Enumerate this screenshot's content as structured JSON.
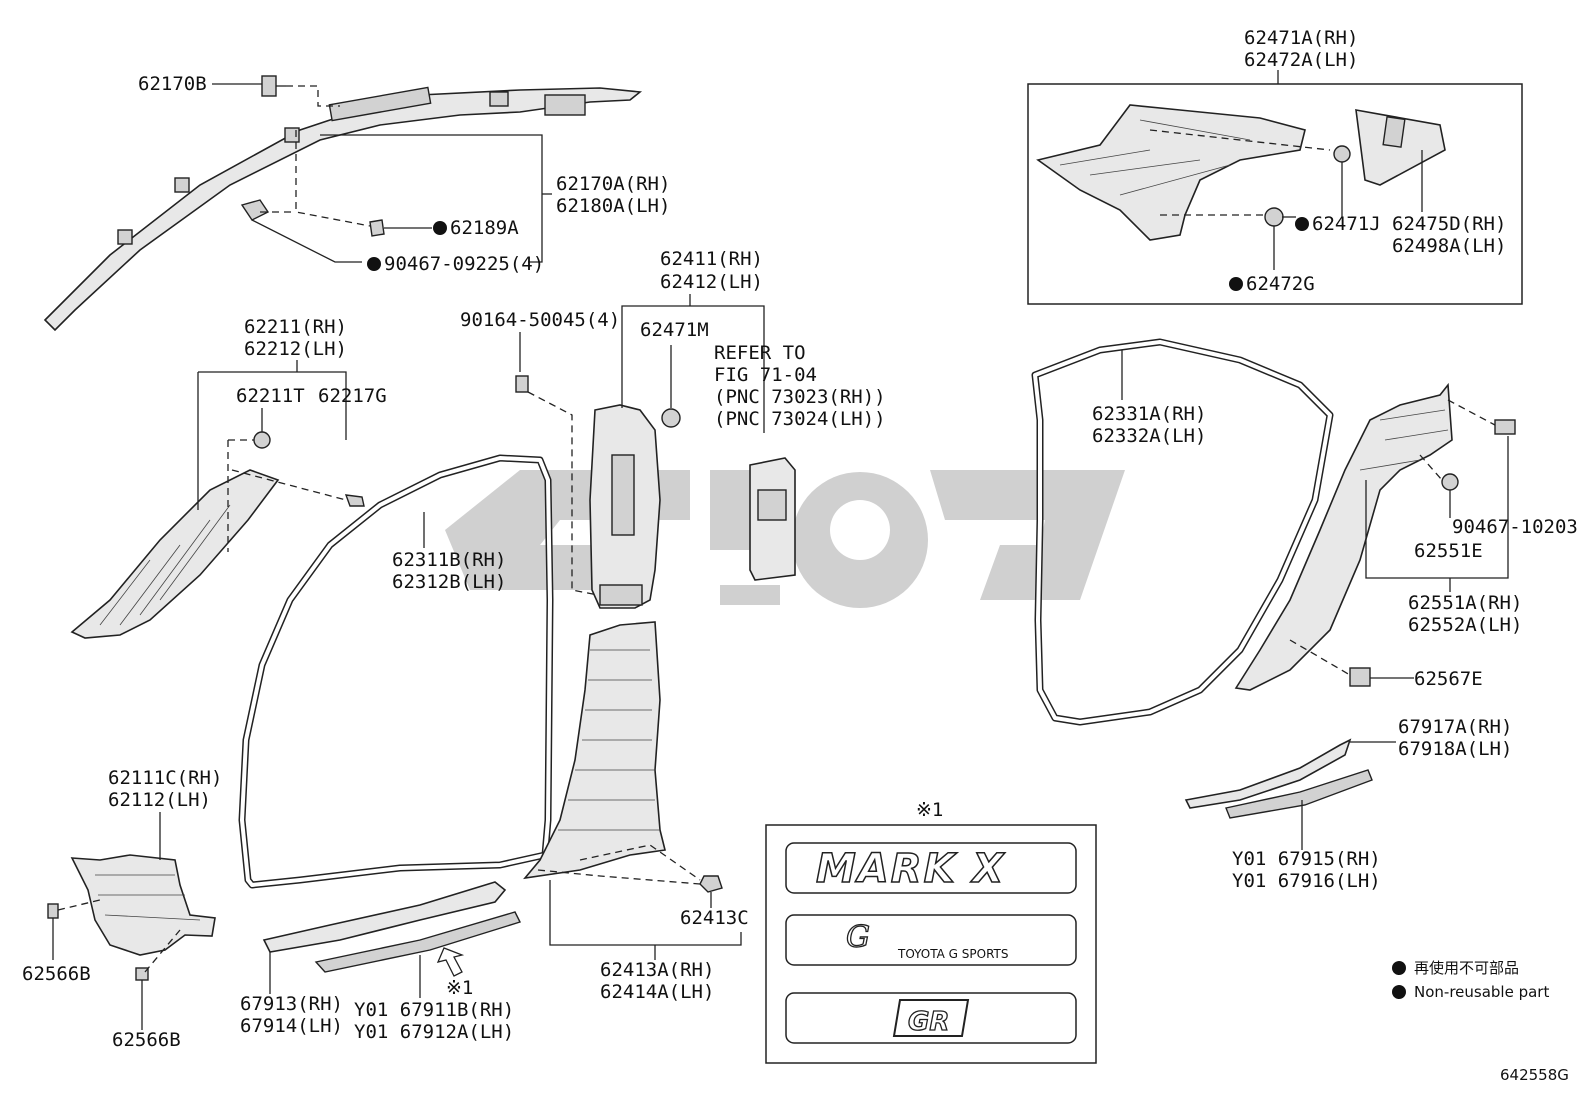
{
  "diagram_id": "642558G",
  "labels": {
    "p62170B": "62170B",
    "p62170A": "62170A(RH)",
    "p62180A": "62180A(LH)",
    "p62189A": "62189A",
    "p90467_09225": "90467-09225(4)",
    "p62211": "62211(RH)",
    "p62212": "62212(LH)",
    "p62211T": "62211T",
    "p62217G": "62217G",
    "p90164": "90164-50045(4)",
    "p62411": "62411(RH)",
    "p62412": "62412(LH)",
    "p62471M": "62471M",
    "refer1": "REFER TO",
    "refer2": "FIG 71-04",
    "refer3": "(PNC 73023(RH))",
    "refer4": "(PNC 73024(LH))",
    "p62311B": "62311B(RH)",
    "p62312B": "62312B(LH)",
    "p62471A": "62471A(RH)",
    "p62472A": "62472A(LH)",
    "p62471J": "62471J",
    "p62475D": "62475D(RH)",
    "p62498A": "62498A(LH)",
    "p62472G": "62472G",
    "p62331A": "62331A(RH)",
    "p62332A": "62332A(LH)",
    "p90467_10203": "90467-10203",
    "p62551E": "62551E",
    "p62551A": "62551A(RH)",
    "p62552A": "62552A(LH)",
    "p62567E": "62567E",
    "p67917A": "67917A(RH)",
    "p67918A": "67918A(LH)",
    "p67915": "Y01 67915(RH)",
    "p67916": "Y01 67916(LH)",
    "p62111C": "62111C(RH)",
    "p62112": "62112(LH)",
    "p62566B_1": "62566B",
    "p62566B_2": "62566B",
    "p67913": "67913(RH)",
    "p67914": "67914(LH)",
    "p67911B": "Y01 67911B(RH)",
    "p67912A": "Y01 67912A(LH)",
    "note_mark_arrow": "※1",
    "note_mark_box": "※1",
    "p62413C": "62413C",
    "p62413A": "62413A(RH)",
    "p62414A": "62414A(LH)"
  },
  "emblems": {
    "markx": "MARK X",
    "gs_text": "TOYOTA G SPORTS",
    "gr": "GR"
  },
  "legend": {
    "jp": "再使用不可部品",
    "en": "Non-reusable part"
  },
  "watermark_color": "#c8c8c8",
  "line_color": "#222222"
}
